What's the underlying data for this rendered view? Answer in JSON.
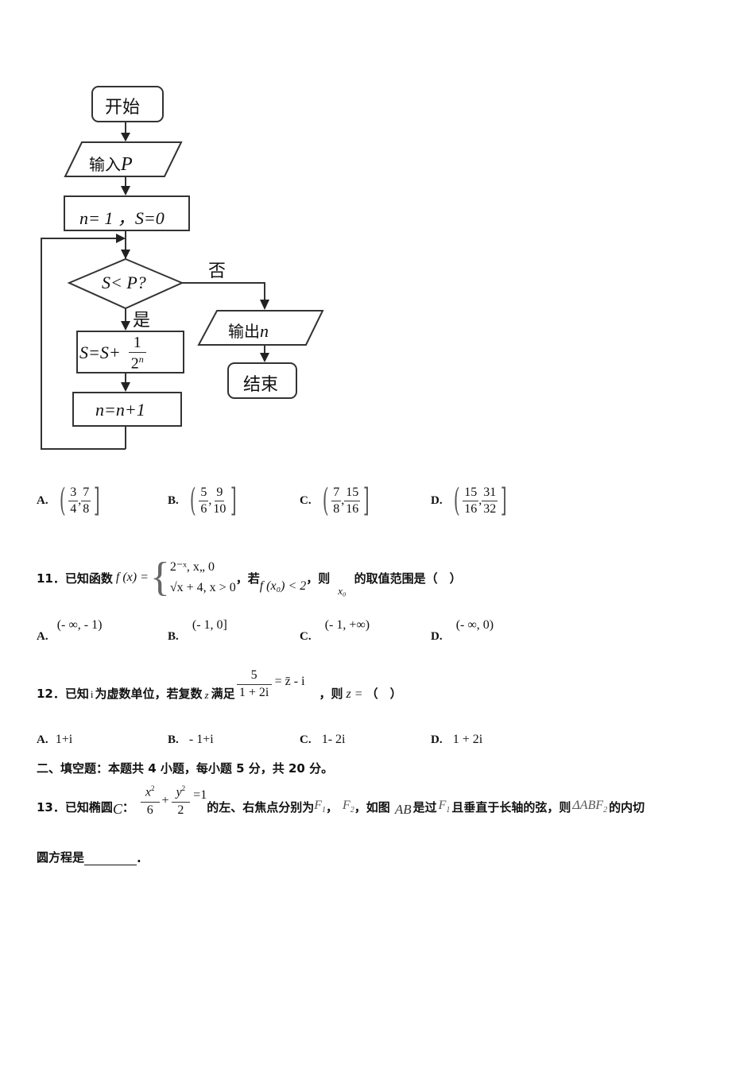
{
  "flowchart": {
    "start": "开始",
    "input": "输入",
    "input_var": "P",
    "init": "n= 1 ，S=0",
    "condition": "S< P?",
    "no_label": "否",
    "yes_label": "是",
    "update_s_left": "S=S+",
    "update_s_num": "1",
    "update_s_den": "2",
    "update_s_exp": "n",
    "update_n": "n=n+1",
    "output": "输出",
    "output_var": "n",
    "end": "结束"
  },
  "q10_options": [
    {
      "label": "A.",
      "open": "(",
      "a_num": "3",
      "a_den": "4",
      "b_num": "7",
      "b_den": "8",
      "close": "]"
    },
    {
      "label": "B.",
      "open": "(",
      "a_num": "5",
      "a_den": "6",
      "b_num": "9",
      "b_den": "10",
      "close": "]"
    },
    {
      "label": "C.",
      "open": "(",
      "a_num": "7",
      "a_den": "8",
      "b_num": "15",
      "b_den": "16",
      "close": "]"
    },
    {
      "label": "D.",
      "open": "(",
      "a_num": "15",
      "a_den": "16",
      "b_num": "31",
      "b_den": "32",
      "close": "]"
    }
  ],
  "q11": {
    "number": "11．",
    "text1": "已知函数",
    "fx": "f (x) =",
    "case1": "2⁻ˣ, x„ 0",
    "case2": "√x + 4, x > 0",
    "text2": "，若",
    "cond": "f (x₀) < 2",
    "text3": "，则",
    "var": "x₀",
    "text4": "的取值范围是（　）",
    "options": [
      {
        "label": "A.",
        "value": "(- ∞, - 1)"
      },
      {
        "label": "B.",
        "value": "(- 1, 0]"
      },
      {
        "label": "C.",
        "value": "(- 1, +∞)"
      },
      {
        "label": "D.",
        "value": "(- ∞, 0)"
      }
    ]
  },
  "q12": {
    "number": "12．",
    "text1": "已知",
    "i": "i",
    "text2": "为虚数单位，若复数",
    "z": "z",
    "text3": "满足",
    "frac_num": "5",
    "frac_den": "1 + 2i",
    "rhs": "= z̄ - i",
    "text4": "，则",
    "ask": "z =",
    "paren": "（　）",
    "options": [
      {
        "label": "A.",
        "value": "1+i"
      },
      {
        "label": "B.",
        "value": "- 1+i"
      },
      {
        "label": "C.",
        "value": "1- 2i"
      },
      {
        "label": "D.",
        "value": "1 + 2i"
      }
    ]
  },
  "section2": {
    "title": "二、填空题：本题共 4 小题，每小题 5 分，共 20 分。"
  },
  "q13": {
    "number": "13．",
    "text1": "已知椭圆",
    "C": "C",
    "colon": "：",
    "x_num": "x",
    "x_den": "6",
    "plus": "+",
    "y_num": "y",
    "y_den": "2",
    "eq": "=1",
    "text2": "的左、右焦点分别为",
    "F1": "F",
    "comma": "，",
    "F2": "F",
    "text3": "，如图",
    "AB": "AB",
    "text4": "是过",
    "F1b": "F",
    "text5": "且垂直于长轴的弦，则",
    "tri": "ΔABF",
    "text6": "的内切",
    "line2": "圆方程是",
    "period": "."
  }
}
